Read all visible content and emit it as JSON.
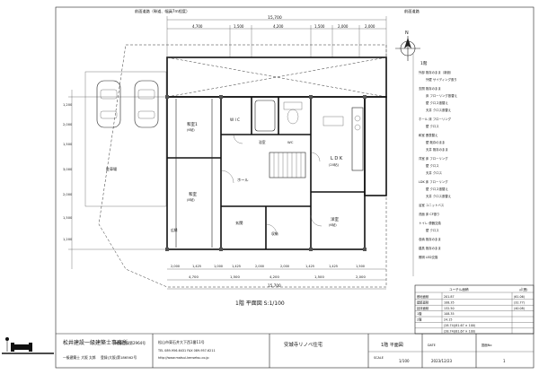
{
  "header": {
    "road_note": "前面道路（幹道、幅員7m程度）",
    "right_top_label": "前面道路",
    "dim_top_total": "15,700",
    "dim_top": [
      "4,700",
      "1,500",
      "4,200",
      "1,500",
      "2,000",
      "2,000"
    ],
    "dim_left": [
      "1,200",
      "2,000",
      "1,500",
      "3,000",
      "2,000",
      "1,500",
      "1,200"
    ],
    "dim_bottom": [
      "2,000",
      "1,425",
      "1,000",
      "1,425",
      "2,000",
      "2,000",
      "1,425",
      "1,425",
      "1,500"
    ],
    "dim_bottom2": [
      "4,700",
      "1,500",
      "4,200",
      "1,500",
      "2,000"
    ],
    "dim_bottom_total": "15,700"
  },
  "plan": {
    "north": "N",
    "rooms": [
      {
        "id": "washitsu1",
        "label": "和室1",
        "sub": "(6帖)"
      },
      {
        "id": "washitsu2",
        "label": "和室",
        "sub": "(8帖)"
      },
      {
        "id": "entrance",
        "label": "玄関",
        "sub": ""
      },
      {
        "id": "hall",
        "label": "ホール",
        "sub": ""
      },
      {
        "id": "ldk",
        "label": "L D K",
        "sub": "(20帖)"
      },
      {
        "id": "yoshitsu",
        "label": "洋室",
        "sub": "(6帖)"
      },
      {
        "id": "wic",
        "label": "W I C",
        "sub": ""
      },
      {
        "id": "bath",
        "label": "浴室",
        "sub": ""
      },
      {
        "id": "wc",
        "label": "WC",
        "sub": ""
      },
      {
        "id": "engawa",
        "label": "広縁",
        "sub": ""
      },
      {
        "id": "storage",
        "label": "収納",
        "sub": ""
      }
    ],
    "parking": "駐車場"
  },
  "title_plan": "1階 平面図 S:1/100",
  "notes": {
    "heading": "1階",
    "items": [
      "外部 既存のまま（新設）",
      "外壁 サイディング張り",
      "玄関 既存のまま",
      "床 フローリング張替え",
      "壁 クロス張替え",
      "天井 クロス張替え",
      "ホール 床 フローリング",
      "壁 クロス",
      "和室 畳表替え",
      "壁 既存のまま",
      "天井 既存のまま",
      "洋室 床 フローリング",
      "壁 クロス",
      "天井 クロス",
      "LDK 床 フローリング",
      "壁 クロス張替え",
      "天井 クロス張替え",
      "浴室 ユニットバス",
      "洗面 床 CF張り",
      "トイレ 便器交換",
      "壁 クロス",
      "収納 既存のまま",
      "建具 既存のまま",
      "照明 LED交換"
    ]
  },
  "area_table": {
    "title": "ユーチル面積",
    "header": [
      "",
      "",
      "㎡(畳)"
    ],
    "rows": [
      [
        "敷地面積",
        "201.87",
        "(61.06)"
      ],
      [
        "建築面積",
        "108.35",
        "(32.77)"
      ],
      [
        "延床面積",
        "132.50",
        "(40.08)"
      ],
      [
        "1階",
        "108.35",
        ""
      ],
      [
        "2階",
        "24.15",
        ""
      ],
      [
        "",
        "(28.74)(81.67 × 100)",
        ""
      ],
      [
        "",
        "(28.74)(81.67 × 100)",
        ""
      ]
    ]
  },
  "titleblock": {
    "firm": "松井建設一級建築士事務所",
    "license": "知事登録第2964号",
    "architect": "一級建築士 大阪 太郎",
    "reg": "登録(大阪)第186562号",
    "address": "松山市東石井大下西1番11号",
    "tel": "TEL 089-956-6431  FAX 089-957-6211",
    "url": "http://www.matsui-kensetsu.co.jp",
    "project": "安城寺リノベ住宅",
    "drawing": "1階 平面図",
    "scale_label": "SCALE",
    "scale": "1/100",
    "date_label": "DATE",
    "date": "2023/12/23",
    "no_label": "図面No",
    "no": "1"
  }
}
